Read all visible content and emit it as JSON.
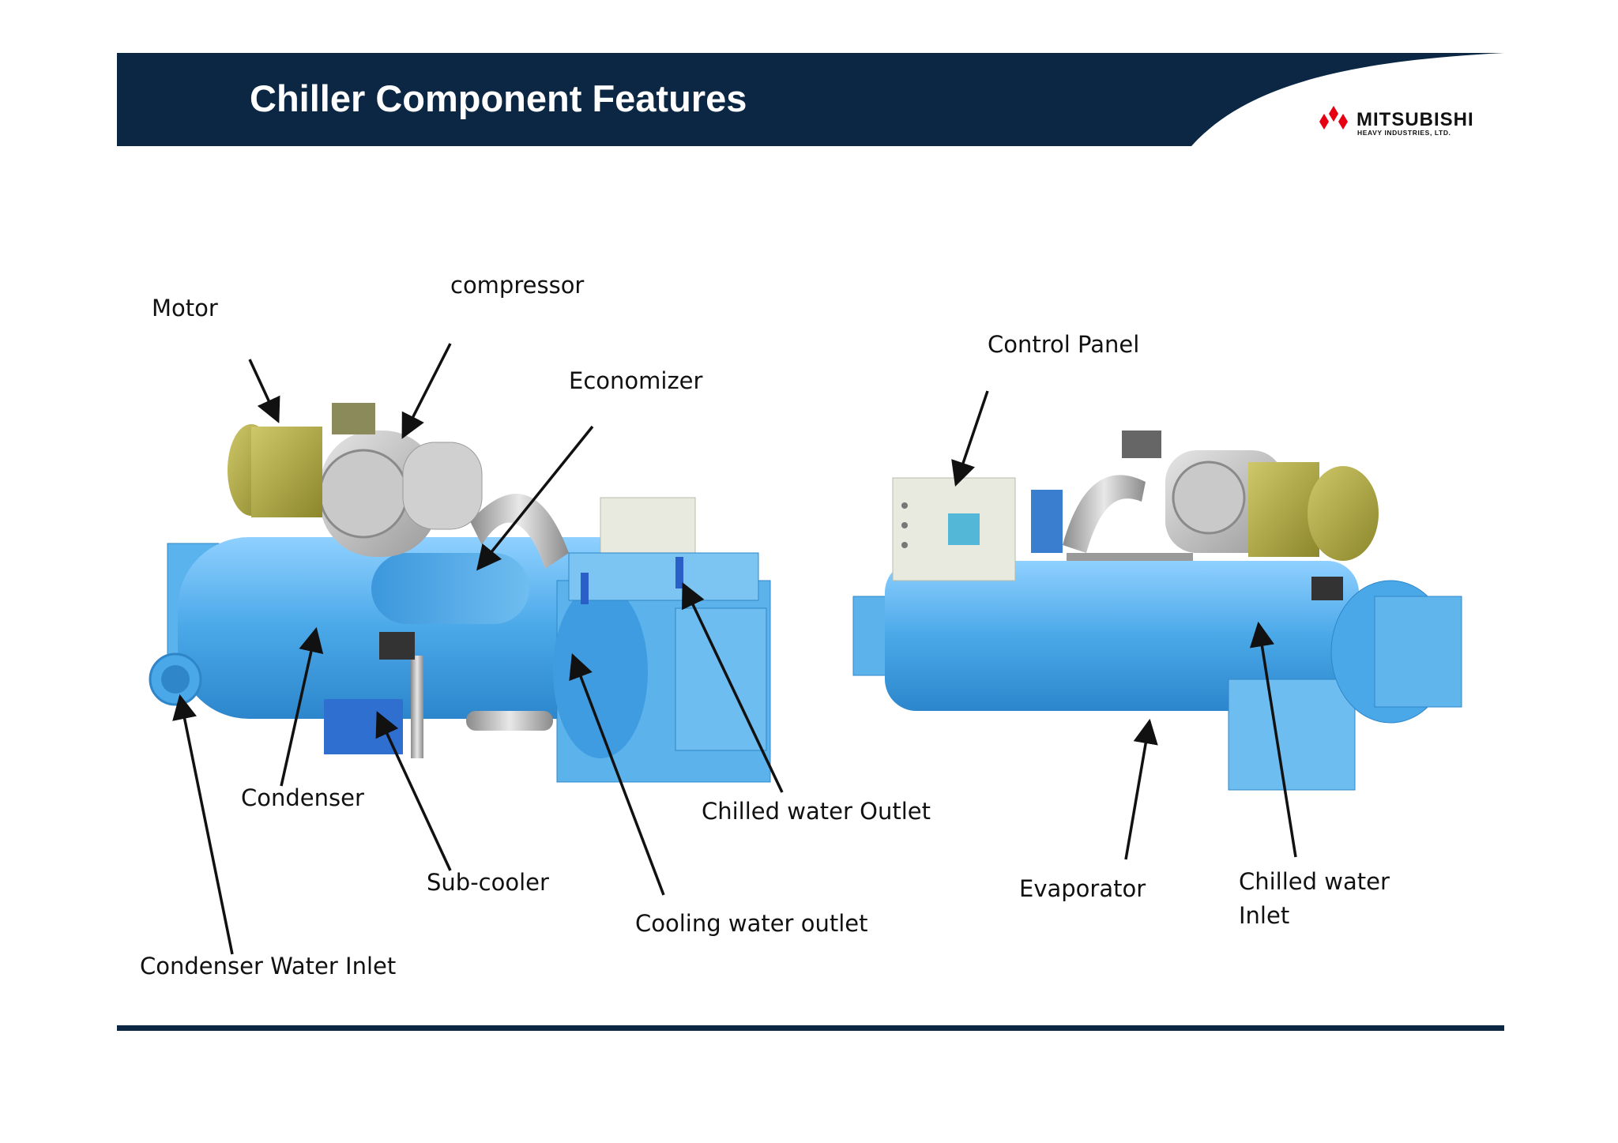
{
  "slide": {
    "title": "Chiller Component Features",
    "brand": {
      "name": "MITSUBISHI",
      "subtitle": "HEAVY INDUSTRIES, LTD.",
      "logo_icon": "three-diamonds-icon",
      "logo_color": "#e60012"
    },
    "header_color": "#0b2744",
    "machine_color": "#4aa8e8",
    "motor_color": "#a8a53a"
  },
  "labels": {
    "motor": "Motor",
    "compressor": "compressor",
    "economizer": "Economizer",
    "condenser": "Condenser",
    "sub_cooler": "Sub-cooler",
    "condenser_water_inlet": "Condenser Water Inlet",
    "cooling_water_outlet": "Cooling water outlet",
    "chilled_water_outlet": "Chilled water Outlet",
    "control_panel": "Control Panel",
    "evaporator": "Evaporator",
    "chilled_water_inlet_1": "Chilled water",
    "chilled_water_inlet_2": "Inlet"
  }
}
